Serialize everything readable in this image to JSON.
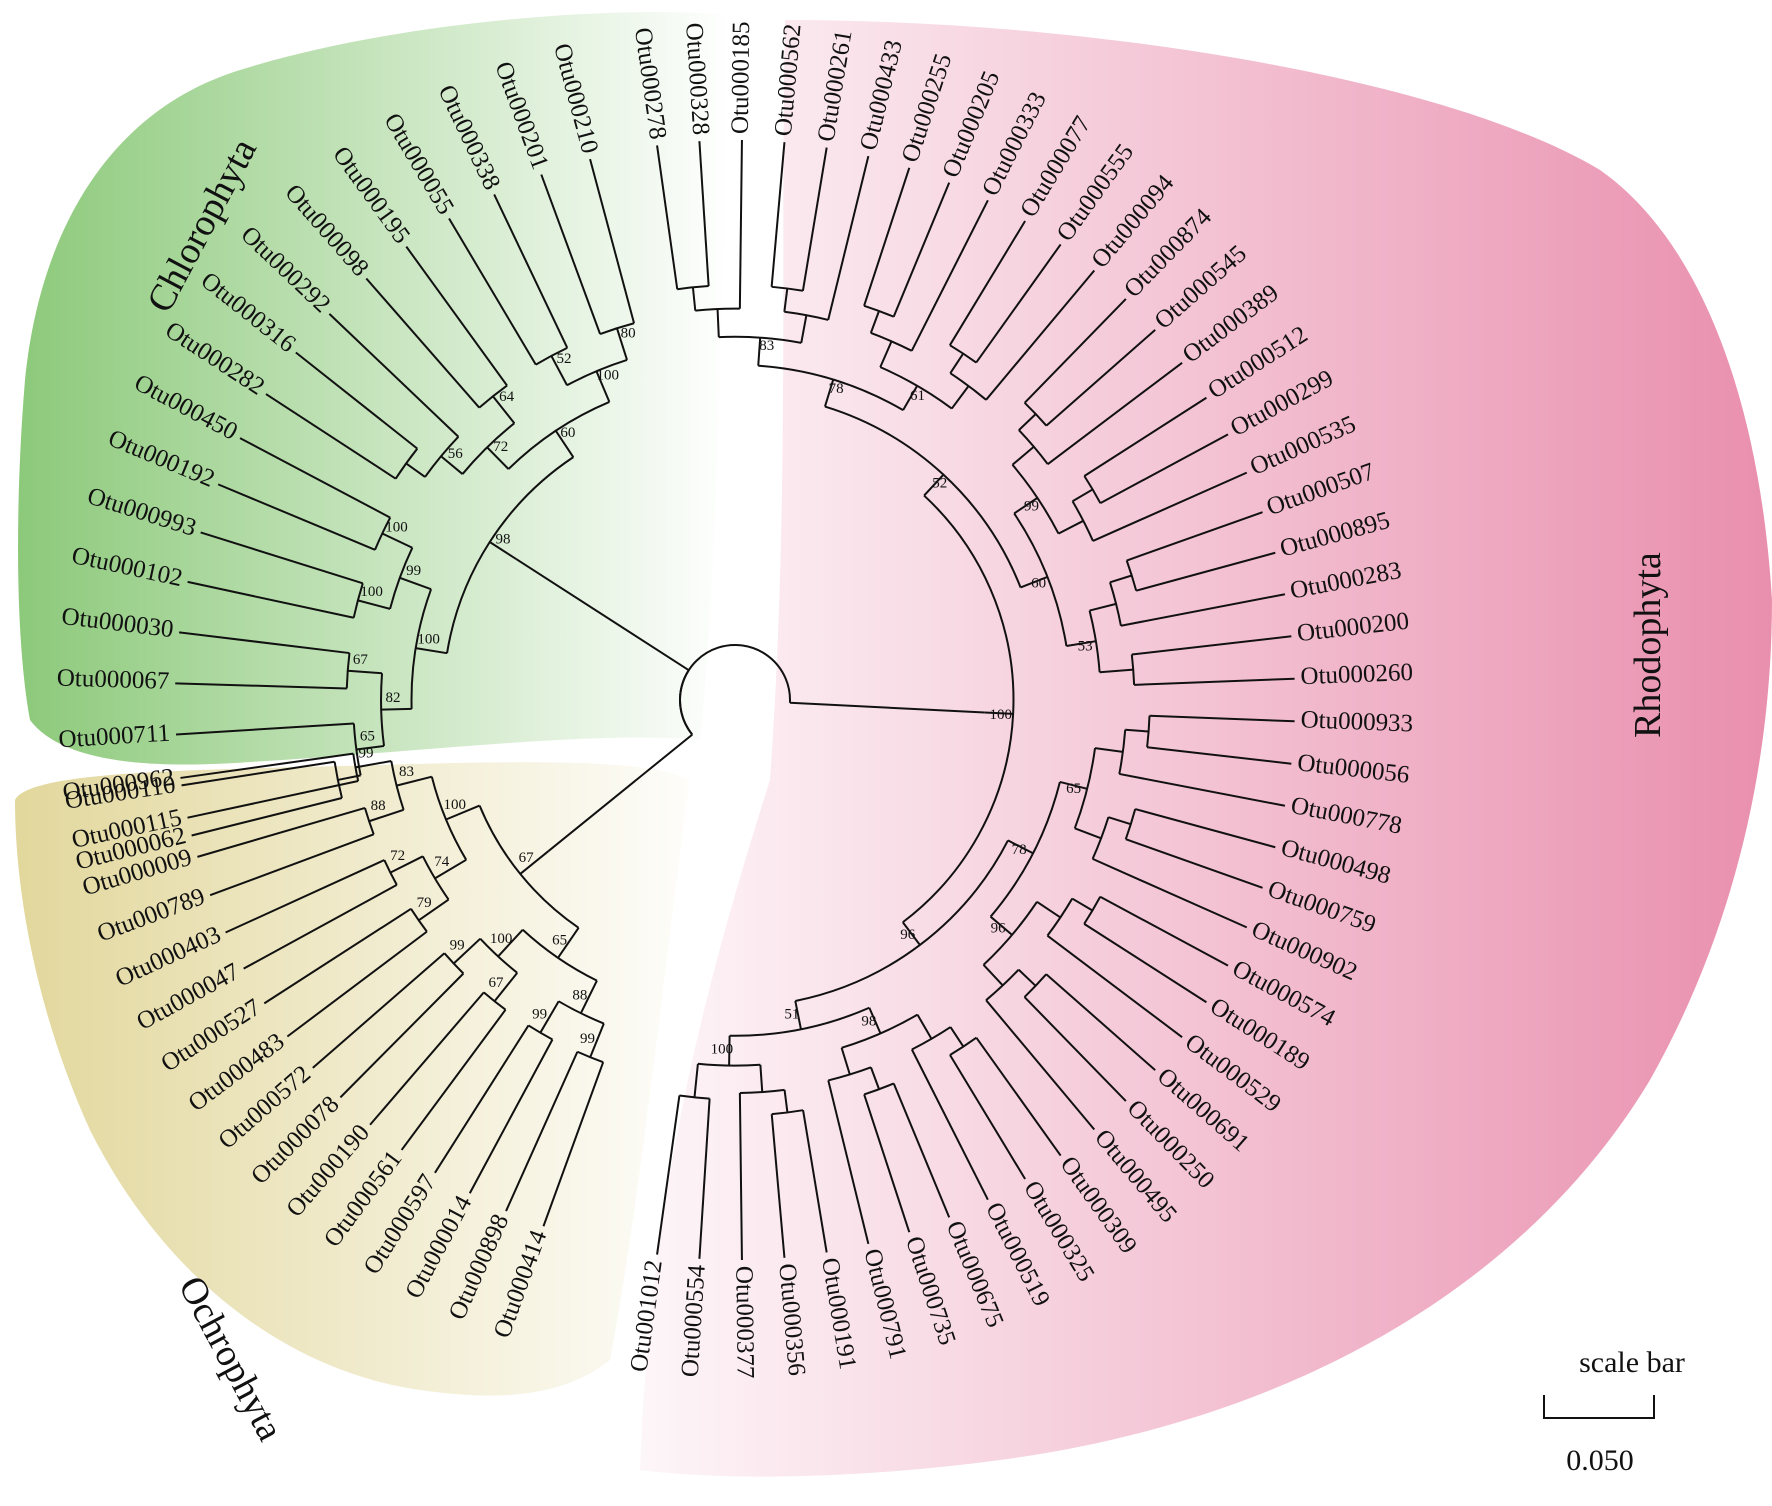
{
  "clades": {
    "chlorophyta": "Chlorophyta",
    "rhodophyta": "Rhodophyta",
    "ochrophyta": "Ochrophyta"
  },
  "colors": {
    "chlorophyta": "#8cc97a",
    "rhodophyta": "#e98fae",
    "ochrophyta": "#e2d79c"
  },
  "scale_bar": {
    "title": "scale bar",
    "value": "0.050"
  },
  "chlorophyta_tips": [
    "Otu000062",
    "Otu000110",
    "Otu000711",
    "Otu000067",
    "Otu000030",
    "Otu000102",
    "Otu000993",
    "Otu000192",
    "Otu000450",
    "Otu000282",
    "Otu000316",
    "Otu000292",
    "Otu000098",
    "Otu000195",
    "Otu000055",
    "Otu000338",
    "Otu000201",
    "Otu000210"
  ],
  "rhodophyta_tips": [
    "Otu000278",
    "Otu000328",
    "Otu000185",
    "Otu000562",
    "Otu000261",
    "Otu000433",
    "Otu000255",
    "Otu000205",
    "Otu000333",
    "Otu000077",
    "Otu000555",
    "Otu000094",
    "Otu000874",
    "Otu000545",
    "Otu000389",
    "Otu000512",
    "Otu000299",
    "Otu000535",
    "Otu000507",
    "Otu000895",
    "Otu000283",
    "Otu000200",
    "Otu000260",
    "Otu000933",
    "Otu000056",
    "Otu000778",
    "Otu000498",
    "Otu000759",
    "Otu000902",
    "Otu000574",
    "Otu000189",
    "Otu000529",
    "Otu000691",
    "Otu000250",
    "Otu000495",
    "Otu000309",
    "Otu000325",
    "Otu000519",
    "Otu000675",
    "Otu000735",
    "Otu000791",
    "Otu000191",
    "Otu000356",
    "Otu000377",
    "Otu000554",
    "Otu001012"
  ],
  "ochrophyta_tips": [
    "Otu000962",
    "Otu000115",
    "Otu000009",
    "Otu000789",
    "Otu000403",
    "Otu000047",
    "Otu000527",
    "Otu000483",
    "Otu000572",
    "Otu000078",
    "Otu000190",
    "Otu000561",
    "Otu000597",
    "Otu000014",
    "Otu000898",
    "Otu000414"
  ],
  "bootstrap": [
    "65",
    "67",
    "82",
    "100",
    "100",
    "99",
    "100",
    "56",
    "64",
    "72",
    "52",
    "80",
    "100",
    "60",
    "98",
    "83",
    "61",
    "78",
    "99",
    "53",
    "60",
    "52",
    "65",
    "96",
    "78",
    "98",
    "100",
    "51",
    "96",
    "100",
    "99",
    "88",
    "83",
    "72",
    "79",
    "74",
    "100",
    "99",
    "67",
    "100",
    "99",
    "99",
    "88"
  ]
}
